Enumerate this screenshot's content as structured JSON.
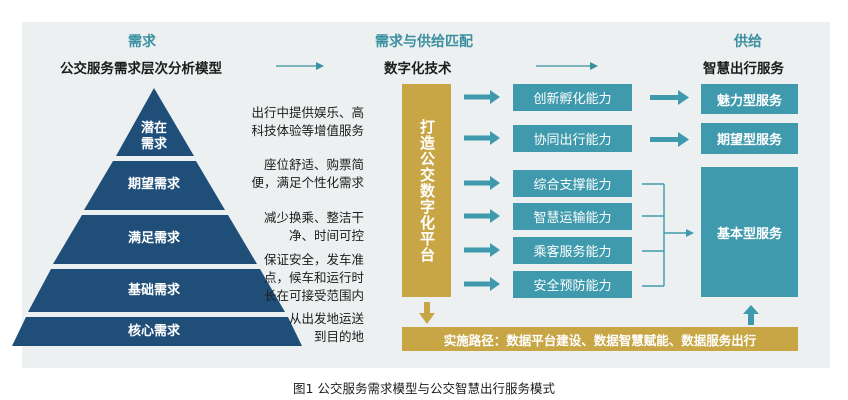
{
  "colors": {
    "panel_bg": "#ecf0f1",
    "teal_box": "#3e9aac",
    "header_teal": "#3a8fa0",
    "pyramid_navy": "#1f4e79",
    "gold": "#c8a646"
  },
  "demand": {
    "header": "需求",
    "subtitle": "公交服务需求层次分析模型",
    "pyramid_levels": [
      "潜在\n需求",
      "期望需求",
      "满足需求",
      "基础需求",
      "核心需求"
    ],
    "descriptions": [
      "出行中提供娱乐、高\n科技体验等增值服务",
      "座位舒适、购票简\n便，满足个性化需求",
      "减少换乘、整洁干\n净、时间可控",
      "保证安全，发车准\n点，候车和运行时\n长在可接受范围内",
      "从出发地运送\n到目的地"
    ]
  },
  "match": {
    "header": "需求与供给匹配",
    "subtitle": "数字化技术",
    "platform": "打造公交数字化平台",
    "capabilities": [
      "创新孵化能力",
      "协同出行能力",
      "综合支撑能力",
      "智慧运输能力",
      "乘客服务能力",
      "安全预防能力"
    ],
    "path": "实施路径：数据平台建设、数据智慧赋能、数据服务出行"
  },
  "supply": {
    "header": "供给",
    "subtitle": "智慧出行服务",
    "services": [
      "魅力型服务",
      "期望型服务",
      "基本型服务"
    ]
  },
  "caption": "图1  公交服务需求模型与公交智慧出行服务模式"
}
